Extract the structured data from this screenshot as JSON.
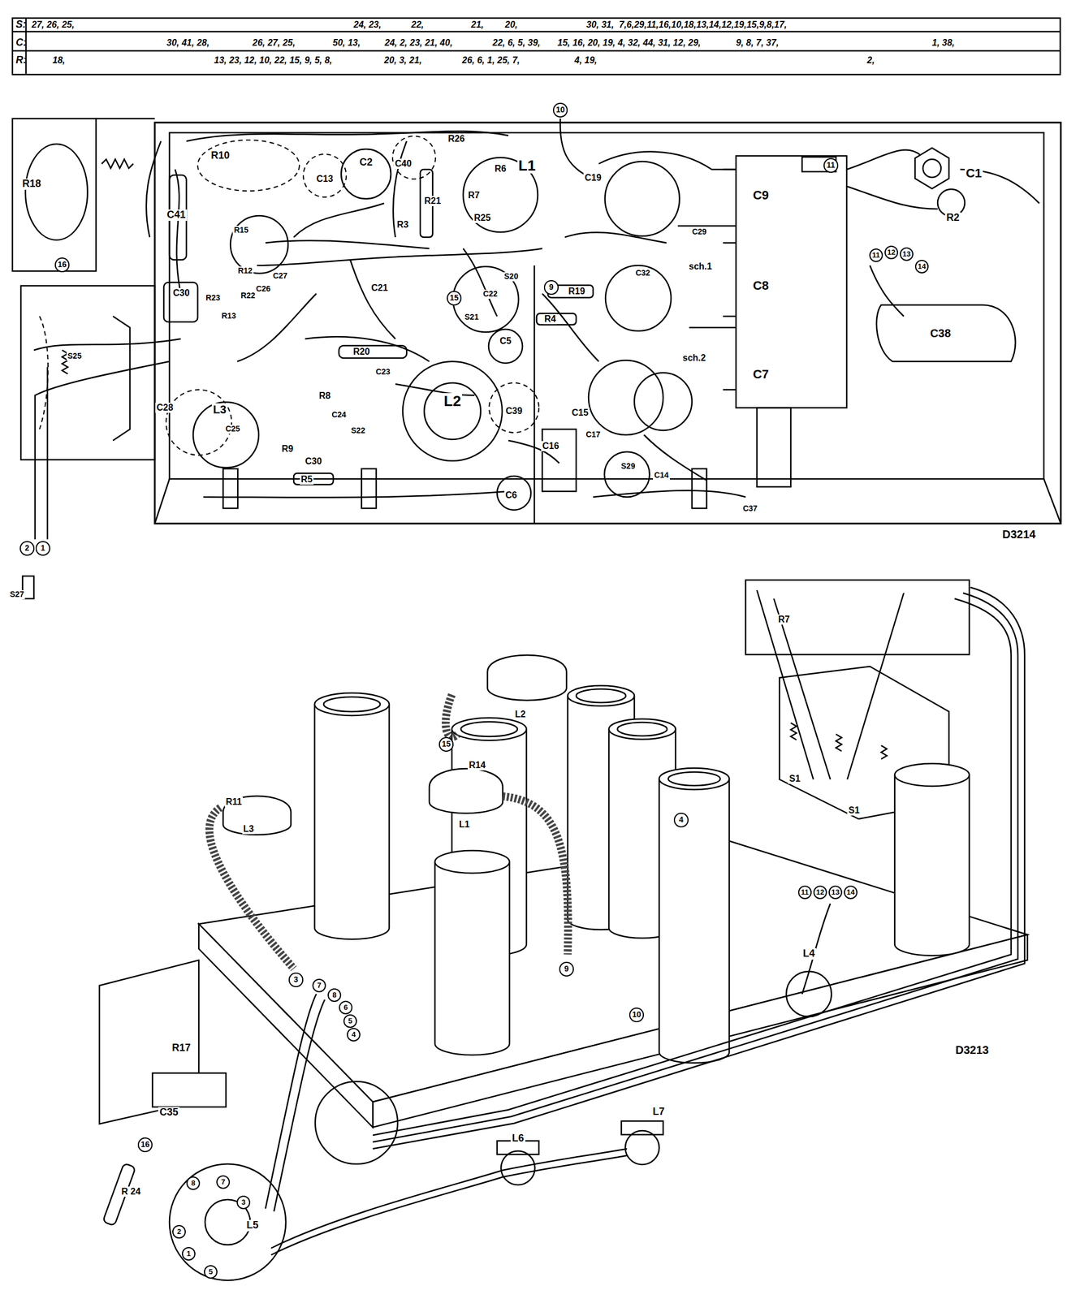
{
  "diagram": {
    "labels": [
      "S:",
      "C:",
      "R:",
      "27, 26, 25,",
      "24, 23,",
      "22,",
      "21,",
      "20,",
      "30, 31,",
      "7,6,29,11,16,10,18,13,14,12,19,15,9,8,17,",
      "30, 41, 28,",
      "26, 27, 25,",
      "50, 13,",
      "24, 2, 23, 21, 40,",
      "22, 6, 5, 39,",
      "15, 16, 20, 19, 4, 32, 44, 31, 12, 29,",
      "9, 8, 7, 37,",
      "1, 38,",
      "18,",
      "13, 23, 12, 10, 22, 15, 9, 5, 8,",
      "20, 3, 21,",
      "26, 6, 1, 25, 7,",
      "4, 19,",
      "2,",
      "R18",
      "R10",
      "C13",
      "C2",
      "C40",
      "R26",
      "R6",
      "L1",
      "R21",
      "R7",
      "R25",
      "R3",
      "C19",
      "C9",
      "C1",
      "R2",
      "C41",
      "R15",
      "R12",
      "C27",
      "C26",
      "R23",
      "R13",
      "R22",
      "C30",
      "C21",
      "C22",
      "S20",
      "S21",
      "R19",
      "C32",
      "sch.1",
      "C29",
      "C8",
      "C38",
      "R4",
      "C5",
      "R20",
      "C23",
      "sch.2",
      "C7",
      "S25",
      "C28",
      "L3",
      "C25",
      "R8",
      "C24",
      "S22",
      "L2",
      "C39",
      "C15",
      "C16",
      "C17",
      "R9",
      "C30",
      "R5",
      "S29",
      "C14",
      "C6",
      "C37",
      "D3214",
      "S27",
      "10",
      "16",
      "11",
      "12",
      "13",
      "14",
      "9",
      "15",
      "2",
      "1",
      "11",
      "L2",
      "R14",
      "L1",
      "R11",
      "L3",
      "15",
      "4",
      "9",
      "10",
      "3",
      "7",
      "8",
      "6",
      "5",
      "4",
      "R17",
      "C35",
      "16",
      "R 24",
      "L5",
      "8",
      "7",
      "3",
      "2",
      "1",
      "5",
      "L6",
      "L7",
      "L4",
      "11",
      "12",
      "13",
      "14",
      "S1",
      "S1",
      "R7",
      "D3213"
    ]
  }
}
